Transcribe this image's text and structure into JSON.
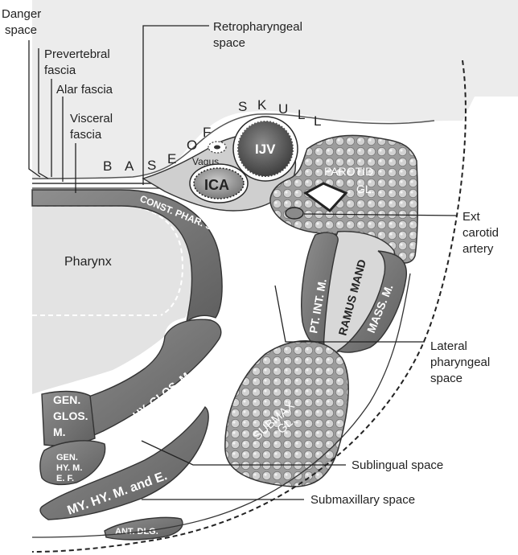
{
  "labels": {
    "danger_space": [
      "Danger",
      "space"
    ],
    "prevertebral_fascia": [
      "Prevertebral",
      "fascia"
    ],
    "alar_fascia": "Alar fascia",
    "visceral_fascia": [
      "Visceral",
      "fascia"
    ],
    "retropharyngeal_space": [
      "Retropharyngeal",
      "space"
    ],
    "base_of_skull": [
      "B",
      "A",
      "S",
      "E",
      "O",
      "F",
      "S",
      "K",
      "U",
      "L",
      "L"
    ],
    "vagus": "Vagus",
    "ijv": "IJV",
    "ica": "ICA",
    "parotid_gland": [
      "PAROTID",
      "GL."
    ],
    "ext_carotid_artery": [
      "Ext",
      "carotid",
      "artery"
    ],
    "pharynx": "Pharynx",
    "const_phar_sup_m": "CONST. PHAR. SUR. M",
    "pt_int_m": "PT. INT. M.",
    "ramus_mand": "RAMUS MAND",
    "mass_m": "MASS. M.",
    "lateral_pharyngeal_space": [
      "Lateral",
      "pharyngeal",
      "space"
    ],
    "hy_glos_m": "HY. GLOS. M.",
    "gen_glos_m": [
      "GEN.",
      "GLOS.",
      "M."
    ],
    "submax_gl": [
      "SUBMAX",
      "GL."
    ],
    "gen_hy_m_ef": [
      "GEN.",
      "HY. M.",
      "E. F."
    ],
    "sublingual_space": "Sublingual space",
    "my_hy_m_and_e": "MY. HY. M. and E.",
    "submaxillary_space": "Submaxillary space",
    "ant_dig": "ANT. DLG."
  },
  "colors": {
    "muscle_dark": "#6e6e6e",
    "muscle_mid": "#8a8a8a",
    "gland_fill": "#a9a9a9",
    "skull_fill": "#ececec",
    "pharynx_fill": "#e3e3e3",
    "vessel_border": "#2a2a2a"
  }
}
